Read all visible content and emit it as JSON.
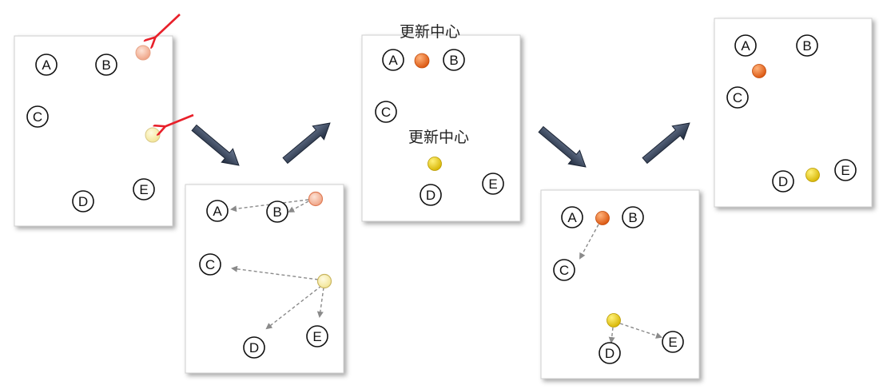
{
  "labels": {
    "A": "A",
    "B": "B",
    "C": "C",
    "D": "D",
    "E": "E"
  },
  "captions": {
    "update_center": "更新中心"
  },
  "colors": {
    "frame_border": "#c8c8c8",
    "flow_arrow": "#2e3a4f",
    "red_pointer": "#e8202a",
    "dashed_arrow": "#8a8a8a",
    "center_orange_light": "#f4b9a0",
    "center_yellow_light": "#fbf3b8",
    "center_orange": "#e8681c",
    "center_yellow": "#e8c80c"
  }
}
